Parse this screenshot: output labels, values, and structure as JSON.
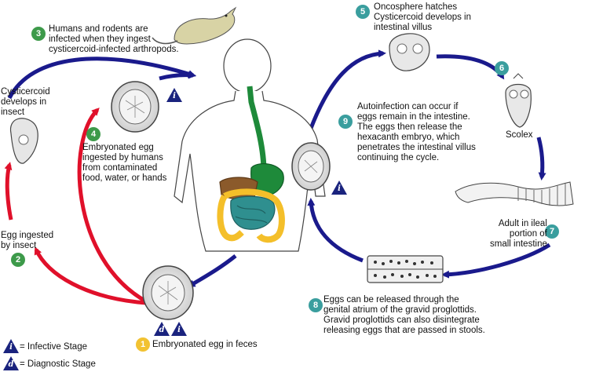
{
  "colors": {
    "blue_arrow": "#1a1a8c",
    "red_arrow": "#e0102a",
    "green_badge": "#3d9a4a",
    "teal_badge": "#3a9e9e",
    "yellow_badge": "#f2c232",
    "triangle": "#1a237e"
  },
  "steps": [
    {
      "num": "1",
      "text": "Embryonated egg in feces"
    },
    {
      "num": "2",
      "text": "Egg ingested\nby insect"
    },
    {
      "num": "3",
      "text": "Humans and rodents are\ninfected when they ingest\ncysticercoid-infected arthropods."
    },
    {
      "num": "4",
      "text": "Embryonated egg\ningested by humans\nfrom contaminated\nfood, water, or hands"
    },
    {
      "num": "5",
      "text": "Oncosphere hatches\nCysticercoid develops in\nintestinal villus"
    },
    {
      "num": "6",
      "text": "Scolex"
    },
    {
      "num": "7",
      "text": "Adult in ileal\nportion of\nsmall intestine"
    },
    {
      "num": "8",
      "text": "Eggs can be released through the\ngenital atrium of the gravid proglottids.\nGravid proglottids can also disintegrate\nreleasing eggs that are passed in stools."
    },
    {
      "num": "9",
      "text": "Autoinfection can occur if\neggs remain in the intestine.\nThe eggs then release the\nhexacanth embryo, which\npenetrates the intestinal villus\ncontinuing the cycle."
    }
  ],
  "cysticercoid_label": "Cysticercoid\ndevelops in\ninsect",
  "stage_markers": {
    "infective": "i",
    "diagnostic": "d"
  },
  "legend": [
    {
      "letter": "i",
      "label": "= Infective Stage"
    },
    {
      "letter": "d",
      "label": "= Diagnostic Stage"
    }
  ]
}
